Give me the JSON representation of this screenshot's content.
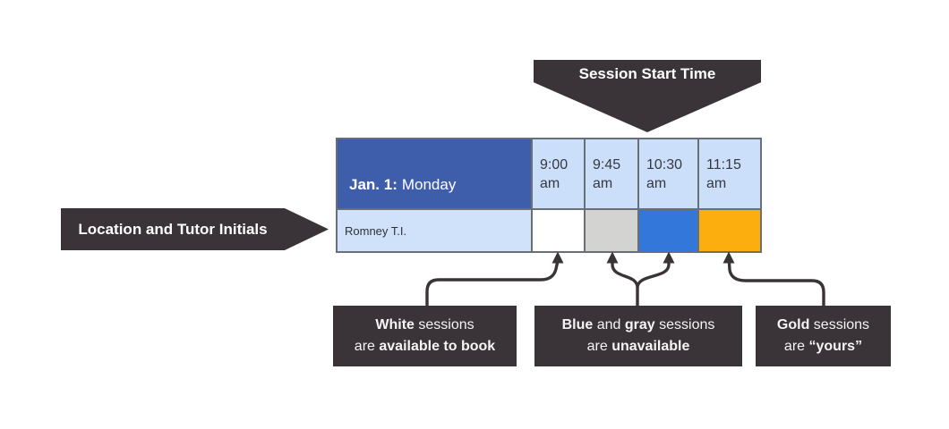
{
  "palette": {
    "dark": "#3a3337",
    "header_blue": "#3e5dab",
    "time_cell_blue": "#cbdefa",
    "row_label_blue": "#cfe2f9",
    "table_border": "#6a6e75",
    "session_white": "#ffffff",
    "session_gray": "#d3d3d2",
    "session_blue": "#3477db",
    "session_gold": "#fcae0e"
  },
  "callouts": {
    "session_start_label": "Session Start Time",
    "location_label": "Location and Tutor Initials"
  },
  "table": {
    "date_segments": [
      {
        "text": "Jan. 1:",
        "bold": true
      },
      {
        "text": "Monday",
        "bold": false
      }
    ],
    "time_columns": [
      {
        "time": "9:00",
        "meridiem": "am"
      },
      {
        "time": "9:45",
        "meridiem": "am"
      },
      {
        "time": "10:30",
        "meridiem": "am"
      },
      {
        "time": "11:15",
        "meridiem": "am"
      }
    ],
    "row": {
      "label": "Romney T.I.",
      "cells": [
        {
          "status": "available to book",
          "color": "#ffffff"
        },
        {
          "status": "unavailable",
          "color": "#d3d3d2"
        },
        {
          "status": "unavailable",
          "color": "#3477db"
        },
        {
          "status": "yours",
          "color": "#fcae0e"
        }
      ]
    }
  },
  "notes": [
    {
      "line1": [
        {
          "text": "White",
          "bold": true
        },
        {
          "text": " sessions",
          "bold": false
        }
      ],
      "line2": [
        {
          "text": "are ",
          "bold": false
        },
        {
          "text": "available to book",
          "bold": true
        }
      ]
    },
    {
      "line1": [
        {
          "text": "Blue",
          "bold": true
        },
        {
          "text": " and ",
          "bold": false
        },
        {
          "text": "gray",
          "bold": true
        },
        {
          "text": " sessions",
          "bold": false
        }
      ],
      "line2": [
        {
          "text": "are ",
          "bold": false
        },
        {
          "text": "unavailable",
          "bold": true
        }
      ]
    },
    {
      "line1": [
        {
          "text": "Gold",
          "bold": true
        },
        {
          "text": " sessions",
          "bold": false
        }
      ],
      "line2": [
        {
          "text": "are ",
          "bold": false
        },
        {
          "text": "“yours”",
          "bold": true
        }
      ]
    }
  ]
}
